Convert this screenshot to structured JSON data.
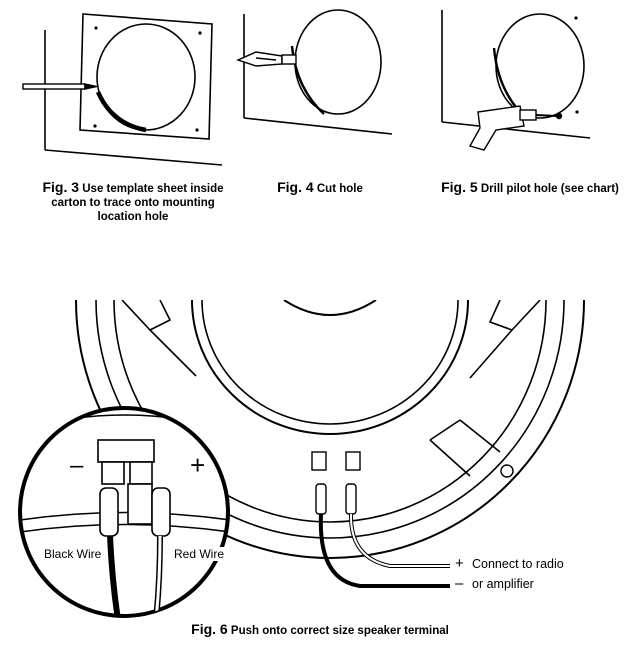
{
  "fig3": {
    "prefix": "Fig. 3",
    "line1": "Use template sheet inside",
    "line2": "carton to trace onto mounting",
    "line3": "location hole"
  },
  "fig4": {
    "prefix": "Fig. 4",
    "text": "Cut hole"
  },
  "fig5": {
    "prefix": "Fig. 5",
    "text": "Drill pilot hole (see chart)"
  },
  "fig6": {
    "prefix": "Fig. 6",
    "text": "Push onto correct size speaker terminal",
    "minus": "–",
    "plus": "+",
    "black_wire": "Black Wire",
    "red_wire": "Red Wire",
    "connect_plus": "+",
    "connect_label": "Connect to radio",
    "connect_minus": "–",
    "connect_label2": "or amplifier"
  }
}
